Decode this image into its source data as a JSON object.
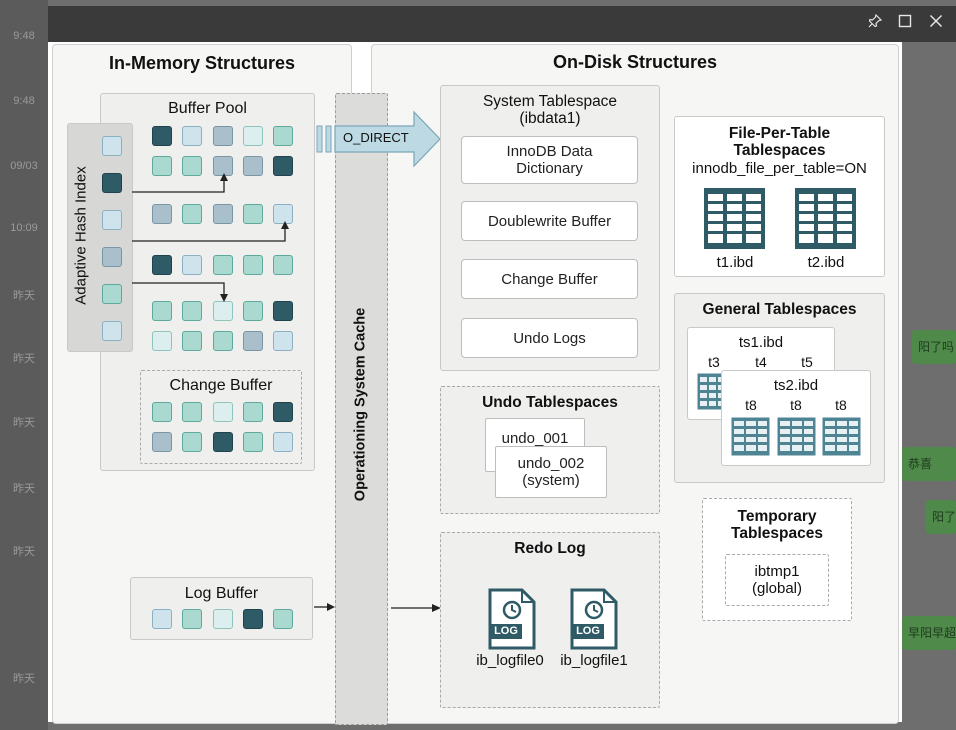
{
  "window": {
    "pin_icon": "pin-icon",
    "maximize_icon": "maximize-icon",
    "close_icon": "close-icon"
  },
  "background_chat": {
    "times": [
      "9:48",
      "9:48",
      "09/03",
      "10:09",
      "昨天",
      "昨天",
      "昨天",
      "昨天",
      "昨天",
      "昨天"
    ],
    "bubbles": [
      "阳了吗",
      "恭喜",
      "阳了",
      "早阳早超生"
    ]
  },
  "diagram": {
    "in_memory_title": "In-Memory Structures",
    "on_disk_title": "On-Disk Structures",
    "adaptive_hash_index": "Adaptive Hash Index",
    "buffer_pool": "Buffer Pool",
    "change_buffer_mem": "Change Buffer",
    "log_buffer": "Log Buffer",
    "os_cache": "Operationing System Cache",
    "o_direct": "O_DIRECT",
    "system_tablespace": {
      "title_line1": "System Tablespace",
      "title_line2": "(ibdata1)",
      "items": [
        "InnoDB Data Dictionary",
        "Doublewrite Buffer",
        "Change Buffer",
        "Undo Logs"
      ]
    },
    "file_per_table": {
      "title_line1": "File-Per-Table",
      "title_line2": "Tablespaces",
      "setting": "innodb_file_per_table=ON",
      "files": [
        "t1.ibd",
        "t2.ibd"
      ]
    },
    "general_tablespaces": {
      "title": "General Tablespaces",
      "ts1": "ts1.ibd",
      "ts1_tables": [
        "t3",
        "t4",
        "t5"
      ],
      "ts2": "ts2.ibd",
      "ts2_tables": [
        "t8",
        "t8",
        "t8"
      ]
    },
    "undo_tablespaces": {
      "title": "Undo Tablespaces",
      "undo1": "undo_001",
      "undo2_line1": "undo_002",
      "undo2_line2": "(system)"
    },
    "temporary_tablespaces": {
      "title_line1": "Temporary",
      "title_line2": "Tablespaces",
      "file_line1": "ibtmp1",
      "file_line2": "(global)"
    },
    "redo_log": {
      "title": "Redo Log",
      "badge": "LOG",
      "files": [
        "ib_logfile0",
        "ib_logfile1"
      ]
    }
  }
}
